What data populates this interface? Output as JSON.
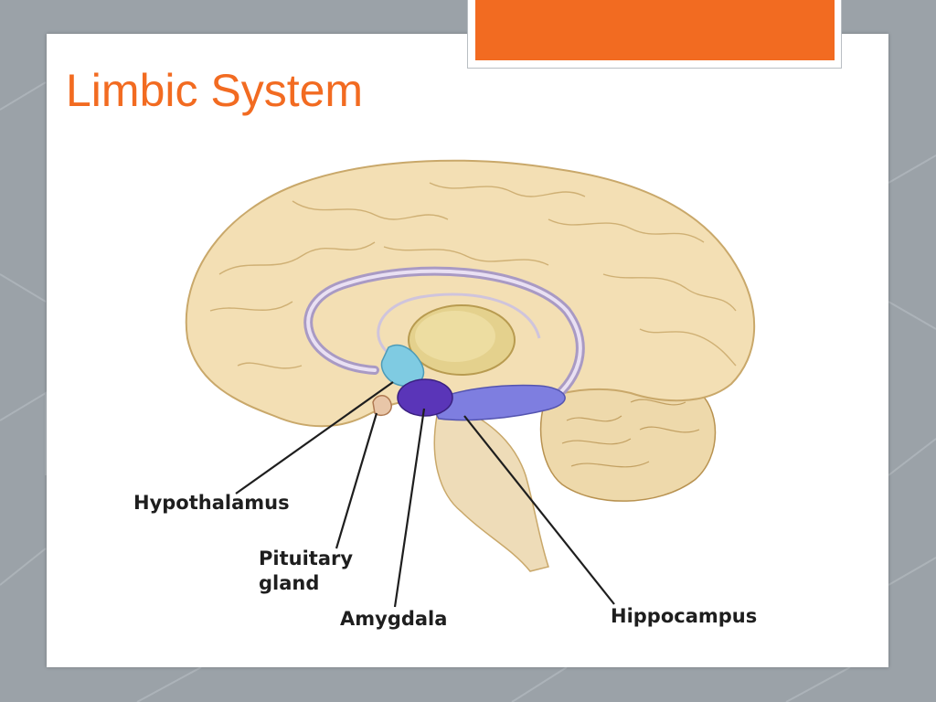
{
  "slide": {
    "title": "Limbic System",
    "accent_color": "#f26b21",
    "background_color": "#9da4aa"
  },
  "diagram": {
    "subject": "brain-sagittal-section",
    "labels": {
      "hypothalamus": "Hypothalamus",
      "pituitary_line1": "Pituitary",
      "pituitary_line2": "gland",
      "amygdala": "Amygdala",
      "hippocampus": "Hippocampus"
    },
    "colors": {
      "cortex": "#f3dfb4",
      "cortex_outline": "#c9a86a",
      "thalamus": "#e4d18d",
      "hypothalamus": "#7fcbe2",
      "amygdala": "#5a35b8",
      "hippocampus": "#7e7ee0",
      "fornix": "#a99ac4",
      "cerebellum": "#e6c98a"
    }
  }
}
